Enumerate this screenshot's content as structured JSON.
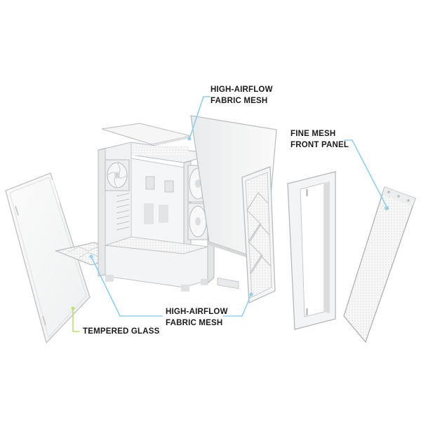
{
  "callouts": {
    "top_mesh": {
      "line1": "HIGH-AIRFLOW",
      "line2": "FABRIC MESH"
    },
    "front_panel": {
      "line1": "FINE MESH",
      "line2": "FRONT PANEL"
    },
    "bottom_mesh": {
      "line1": "HIGH-AIRFLOW",
      "line2": "FABRIC MESH"
    },
    "glass": {
      "line1": "TEMPERED GLASS"
    }
  },
  "colors": {
    "background": "#ffffff",
    "case_white": "#f4f4f4",
    "edge": "#b9bcc0",
    "shadow": "#d8dadc",
    "leader_blue": "#8fd0ee",
    "leader_green": "#b7e36a"
  }
}
